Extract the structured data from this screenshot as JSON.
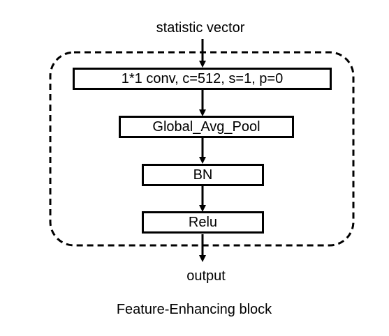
{
  "input_label": "statistic vector",
  "output_label": "output",
  "caption": "Feature-Enhancing block",
  "block": {
    "layers": [
      {
        "label": "1*1 conv, c=512, s=1, p=0"
      },
      {
        "label": "Global_Avg_Pool"
      },
      {
        "label": "BN"
      },
      {
        "label": "Relu"
      }
    ]
  },
  "colors": {
    "line": "#000000",
    "background": "#ffffff"
  }
}
